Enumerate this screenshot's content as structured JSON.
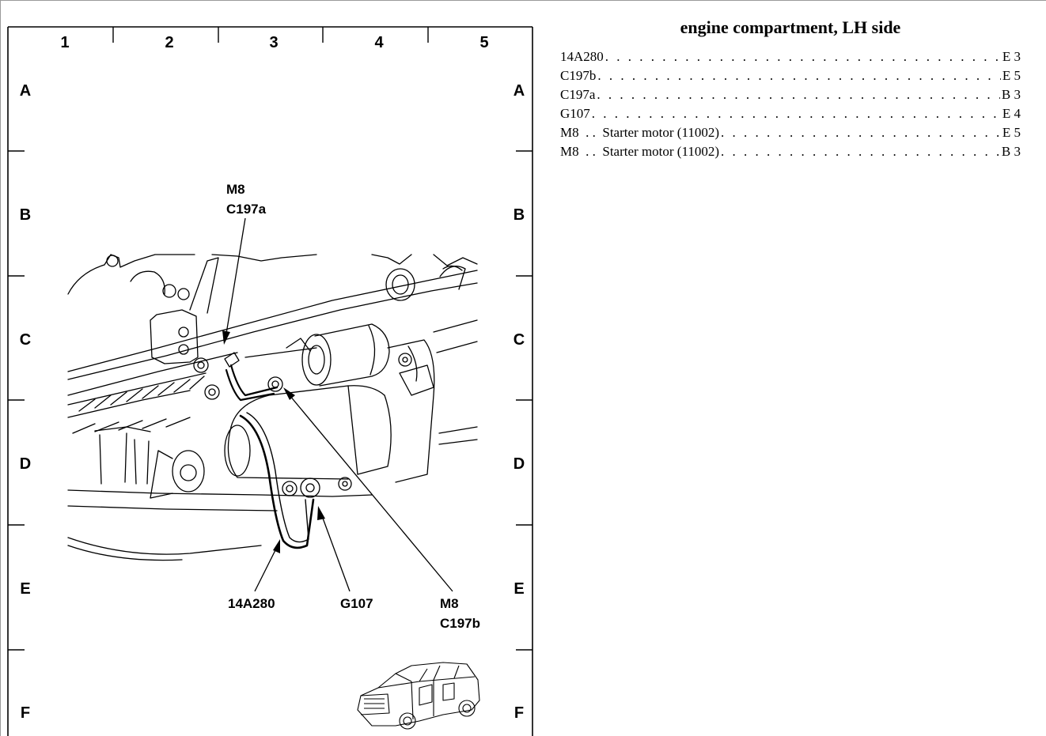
{
  "diagram": {
    "columns": [
      "1",
      "2",
      "3",
      "4",
      "5"
    ],
    "rows": [
      "A",
      "B",
      "C",
      "D",
      "E",
      "F"
    ],
    "callouts": {
      "m8_top": "M8",
      "c197a": "C197a",
      "a14a280": "14A280",
      "g107": "G107",
      "m8_bottom": "M8",
      "c197b": "C197b"
    }
  },
  "index": {
    "title": "engine compartment, LH side",
    "entries": [
      {
        "code": "14A280",
        "desc": "",
        "loc": "E 3"
      },
      {
        "code": "C197b",
        "desc": "",
        "loc": "E 5"
      },
      {
        "code": "C197a",
        "desc": "",
        "loc": "B 3"
      },
      {
        "code": "G107",
        "desc": "",
        "loc": "E 4"
      },
      {
        "code": "M8",
        "desc": "Starter motor (11002)",
        "loc": "E 5"
      },
      {
        "code": "M8",
        "desc": "Starter motor (11002)",
        "loc": "B 3"
      }
    ]
  },
  "icons": {
    "vehicle": "suv-vehicle-icon",
    "engine": "starter-motor-illustration"
  }
}
